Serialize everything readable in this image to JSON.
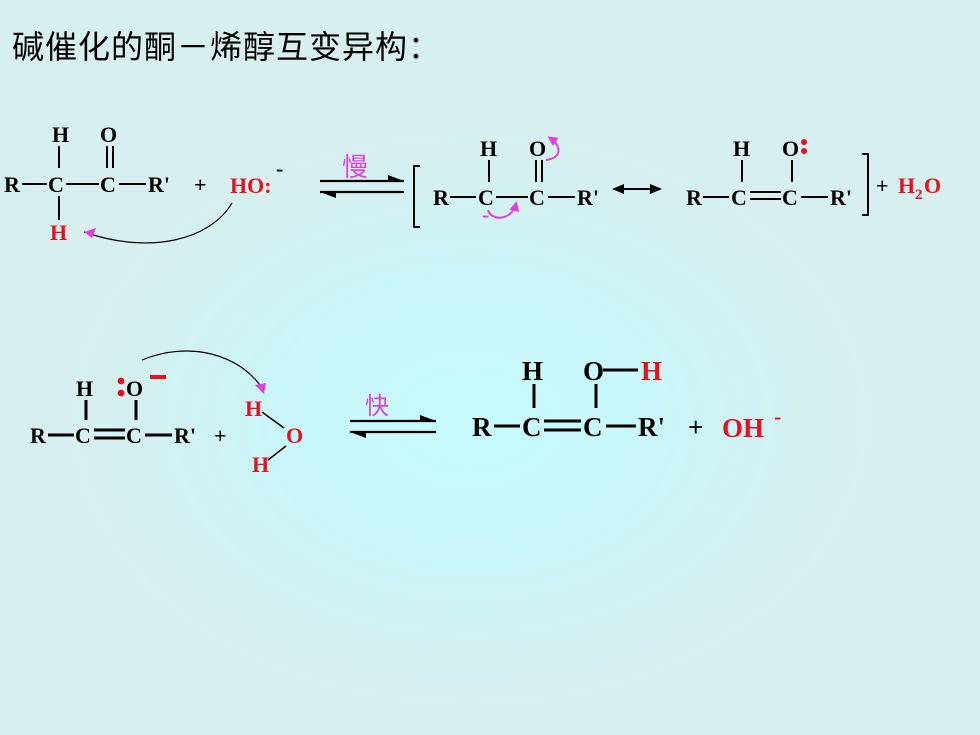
{
  "title": "碱催化的酮－烯醇互变异构：",
  "colors": {
    "black": "#000000",
    "red": "#e8101f",
    "magenta": "#e040e0"
  },
  "step1": {
    "reactant": {
      "H_top": "H",
      "O": "O",
      "H_alpha": "H",
      "R": "R",
      "C1": "C",
      "C2": "C",
      "Rp": "R'"
    },
    "plus": "+",
    "base": "HO:",
    "base_charge": "-",
    "rate_label": "慢",
    "carbanion": {
      "H": "H",
      "O": "O",
      "R": "R",
      "C1": "C",
      "C2": "C",
      "Rp": "R'",
      "charge": "-"
    },
    "enolate": {
      "H": "H",
      "O": "O",
      "R": "R",
      "C1": "C",
      "C2": "C",
      "Rp": "R'"
    },
    "plus2": "+",
    "water_H": "H",
    "water_sub": "2",
    "water_O": "O"
  },
  "step2": {
    "enolate": {
      "H": "H",
      "O": "O",
      "R": "R",
      "C1": "C",
      "C2": "C",
      "Rp": "R'"
    },
    "plus": "+",
    "water": {
      "H1": "H",
      "O": "O",
      "H2": "H"
    },
    "rate_label": "快",
    "enol": {
      "H": "H",
      "O": "O",
      "H_O": "H",
      "R": "R",
      "C1": "C",
      "C2": "C",
      "Rp": "R'"
    },
    "plus2": "+",
    "hydroxide": "OH",
    "hydroxide_charge": "-"
  }
}
